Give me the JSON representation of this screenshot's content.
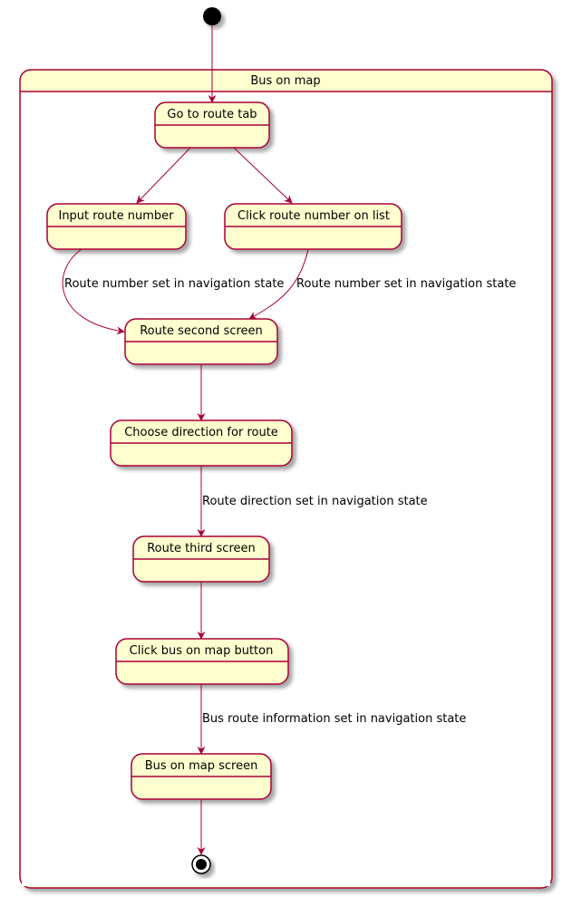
{
  "composite": {
    "title": "Bus on map"
  },
  "states": {
    "go_to_route_tab": "Go to route tab",
    "input_route_number": "Input route number",
    "click_route_number_on_list": "Click route number on list",
    "route_second_screen": "Route second screen",
    "choose_direction_for_route": "Choose direction for route",
    "route_third_screen": "Route third screen",
    "click_bus_on_map_button": "Click bus on map button",
    "bus_on_map_screen": "Bus on map screen"
  },
  "transitions": {
    "input_to_second": "Route number set in navigation state",
    "list_to_second": "Route number set in navigation state",
    "direction_to_third": "Route direction set in navigation state",
    "button_to_screen": "Bus route information set in navigation state"
  },
  "colors": {
    "state_fill": "#FEFECE",
    "border": "#A80036",
    "arrow": "#A80036",
    "text": "#000000",
    "shadow": "#C8C8C8",
    "start_end": "#000000"
  }
}
